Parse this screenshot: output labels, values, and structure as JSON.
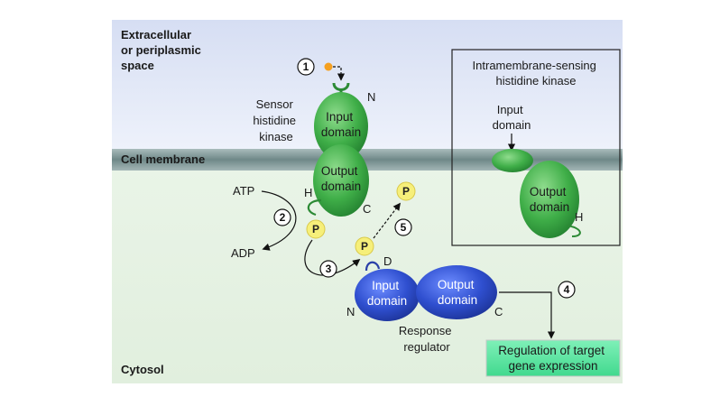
{
  "regions": {
    "extracellular": [
      "Extracellular",
      "or periplasmic",
      "space"
    ],
    "membrane": "Cell membrane",
    "cytosol": "Cytosol"
  },
  "sensor_kinase": {
    "label": [
      "Sensor",
      "histidine",
      "kinase"
    ],
    "n_terminus": "N",
    "c_terminus": "C",
    "his_residue": "H",
    "input_domain": [
      "Input",
      "domain"
    ],
    "output_domain": [
      "Output",
      "domain"
    ]
  },
  "intramembrane_kinase": {
    "title": [
      "Intramembrane-sensing",
      "histidine kinase"
    ],
    "input_label": [
      "Input",
      "domain"
    ],
    "output_domain": [
      "Output",
      "domain"
    ],
    "his_residue": "H"
  },
  "response_regulator": {
    "label": [
      "Response",
      "regulator"
    ],
    "n_terminus": "N",
    "c_terminus": "C",
    "asp_residue": "D",
    "input_domain": [
      "Input",
      "domain"
    ],
    "output_domain": [
      "Output",
      "domain"
    ]
  },
  "phosphate": "P",
  "atp": "ATP",
  "adp": "ADP",
  "steps": [
    "1",
    "2",
    "3",
    "4",
    "5"
  ],
  "target_output": [
    "Regulation of target",
    "gene expression"
  ],
  "colors": {
    "extracellular_bg": "#dfe6f6",
    "cytosol_bg": "#e6f2e4",
    "membrane": "#7f9696",
    "green_domain": "#3fae48",
    "blue_domain": "#2f4fcf",
    "phosphate": "#f6ef7a",
    "ligand": "#f5a020",
    "target_box": "#5fe6a2"
  }
}
